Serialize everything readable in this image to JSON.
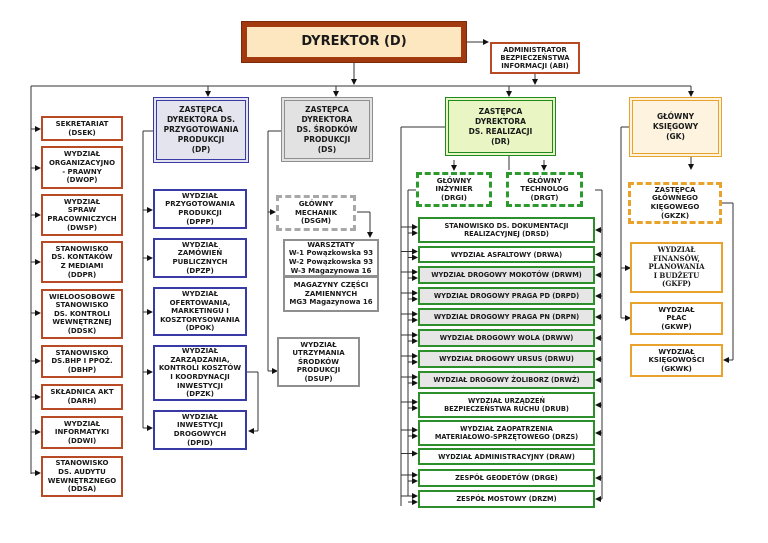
{
  "director": {
    "label": "DYREKTOR (D)"
  },
  "abi": {
    "label": "ADMINISTRATOR\nBEZPIECZEŃSTWA\nINFORMACJI (ABI)"
  },
  "left_column": [
    "SEKRETARIAT\n(DSEK)",
    "WYDZIAŁ\nORGANIZACYJNO\n- PRAWNY\n(DWOP)",
    "WYDZIAŁ\nSPRAW\nPRACOWNICZYCH\n(DWSP)",
    "STANOWISKO\nDS. KONTAKÓW\nZ MEDIAMI\n(DDPR)",
    "WIELOOSOBOWE\nSTANOWISKO\nDS. KONTROLI\nWEWNĘTRZNEJ\n(DDSK)",
    "STANOWISKO\nDS.BHP I PPOŻ.\n(DBHP)",
    "SKŁADNICA AKT\n(DARH)",
    "WYDZIAŁ\nINFORMATYKI\n(DDWI)",
    "STANOWISKO\nDS. AUDYTU\nWEWNĘTRZNEGO\n(DDSA)"
  ],
  "dp": {
    "head": "ZASTĘPCA\nDYREKTORA DS.\nPRZYGOTOWANIA\nPRODUKCJI\n(DP)",
    "units": [
      "WYDZIAŁ\nPRZYGOTOWANIA\nPRODUKCJI\n(DPPP)",
      "WYDZIAŁ\nZAMÓWIEŃ\nPUBLICZNYCH\n(DPZP)",
      "WYDZIAŁ\nOFERTOWANIA,\nMARKETINGU I\nKOSZTORYSOWANIA\n(DPOK)",
      "WYDZIAŁ\nZARZĄDZANIA,\nKONTROLI KOSZTÓW\nI KOORDYNACJI\nINWESTYCJI\n(DPZK)",
      "WYDZIAŁ\nINWESTYCJI\nDROGOWYCH\n(DPID)"
    ]
  },
  "ds": {
    "head": "ZASTĘPCA\nDYREKTORA\nDS. ŚRODKÓW\nPRODUKCJI\n(DS)",
    "mechanic": "GŁÓWNY\nMECHANIK\n(DSGM)",
    "workshops": "WARSZTATY\nW-1 Powązkowska 93\nW-2 Powązkowska 93\nW-3  Magazynowa 16",
    "warehouses": "MAGAZYNY CZĘŚCI\nZAMIENNYCH\nMG3 Magazynowa 16",
    "maintenance": "WYDZIAŁ\nUTRZYMANIA\nŚRODKÓW\nPRODUKCJI\n(DSUP)"
  },
  "dr": {
    "head": "ZASTĘPCA\nDYREKTORA\nDS. REALIZACJI\n(DR)",
    "engineer": "GŁÓWNY\nINŻYNIER\n(DRGI)",
    "technologist": "GŁÓWNY\nTECHNOLOG\n(DRGT)",
    "units": [
      {
        "label": "STANOWISKO DS. DOKUMENTACJI\nREALIZACYJNEJ (DRSD)",
        "shaded": false
      },
      {
        "label": "WYDZIAŁ ASFALTOWY (DRWA)",
        "shaded": false
      },
      {
        "label": "WYDZIAŁ DROGOWY MOKOTÓW (DRWM)",
        "shaded": true
      },
      {
        "label": "WYDZIAŁ DROGOWY PRAGA PD (DRPD)",
        "shaded": true
      },
      {
        "label": "WYDZIAŁ DROGOWY PRAGA PN (DRPN)",
        "shaded": true
      },
      {
        "label": "WYDZIAŁ DROGOWY WOLA (DRWW)",
        "shaded": true
      },
      {
        "label": "WYDZIAŁ DROGOWY URSUS (DRWU)",
        "shaded": true
      },
      {
        "label": "WYDZIAŁ DROGOWY ŻOLIBORZ (DRWŻ)",
        "shaded": true
      },
      {
        "label": "WYDZIAŁ URZĄDZEŃ\nBEZPIECZEŃSTWA RUCHU (DRUB)",
        "shaded": false
      },
      {
        "label": "WYDZIAŁ ZAOPATRZENIA\nMATERIAŁOWO-SPRZĘTOWEGO (DRZS)",
        "shaded": false
      },
      {
        "label": "WYDZIAŁ ADMINISTRACYJNY (DRAW)",
        "shaded": false
      },
      {
        "label": "ZESPÓŁ GEODETÓW (DRGE)",
        "shaded": false
      },
      {
        "label": "ZESPÓŁ MOSTOWY (DRZM)",
        "shaded": false
      }
    ]
  },
  "gk": {
    "head": "GŁÓWNY\nKSIĘGOWY\n(GK)",
    "deputy": "ZASTĘPCA\nGŁÓWNEGO\nKIĘGOWEGO\n(GKZK)",
    "units": [
      "WYDZIAŁ\nFINANSÓW,\nPLANOWANIA\nI BUDŻETU\n(GKFP)",
      "WYDZIAŁ\nPŁAC\n(GKWP)",
      "WYDZIAŁ\nKSIĘGOWOŚCI\n(GKWK)"
    ]
  },
  "colors": {
    "director_border": "#a33a0f",
    "director_fill": "#fde7c0",
    "staff_border": "#b84a26",
    "dp_border": "#3a3aa6",
    "ds_border": "#8f8f8f",
    "dr_border": "#2c8f2c",
    "dr_fill": "#e9f6c4",
    "gk_border": "#e9a22b"
  }
}
